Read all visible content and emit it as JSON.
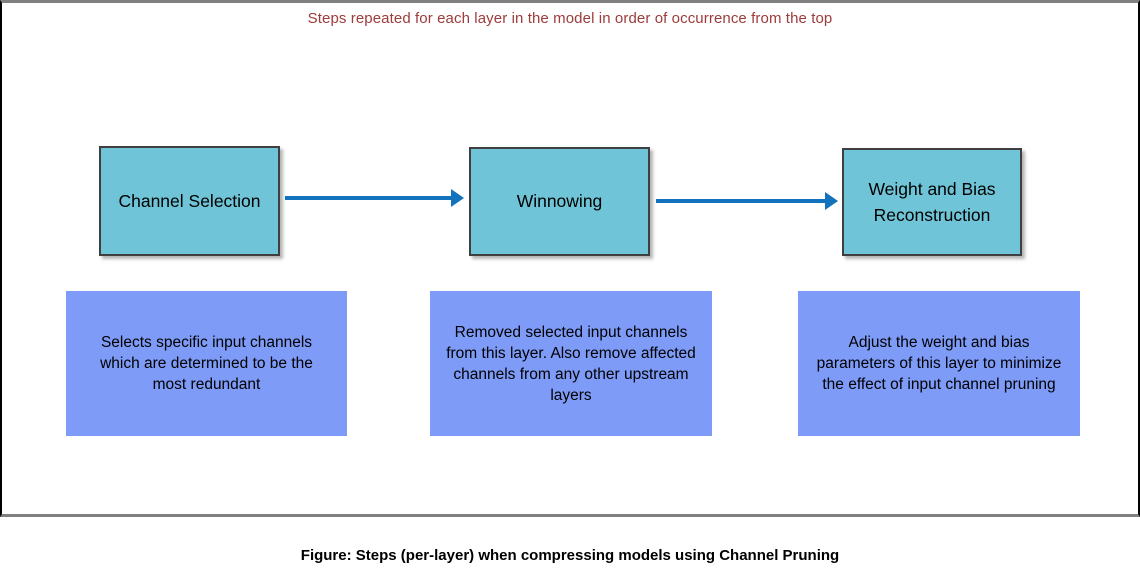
{
  "header": {
    "title": "Steps repeated for each layer in the model in order of occurrence from the top"
  },
  "steps": [
    {
      "label": "Channel Selection",
      "description": "Selects specific input channels which are determined to be the most redundant"
    },
    {
      "label": "Winnowing",
      "description": "Removed selected input channels from this layer. Also remove affected channels from any other upstream layers"
    },
    {
      "label": "Weight and Bias Reconstruction",
      "description": "Adjust the weight and bias parameters of this layer to minimize the effect of input channel pruning"
    }
  ],
  "arrows": [
    {
      "from": "Channel Selection",
      "to": "Winnowing",
      "direction": "right"
    },
    {
      "from": "Winnowing",
      "to": "Weight and Bias Reconstruction",
      "direction": "right"
    }
  ],
  "caption": "Figure: Steps (per-layer) when compressing models using Channel Pruning",
  "colors": {
    "title_text": "#9E3B3B",
    "step_box_fill": "#6FC5D7",
    "step_box_border": "#3F3F3F",
    "detail_box_fill": "#7D9BF7",
    "arrow": "#1273BC",
    "frame_border_h": "#808080",
    "frame_border_v": "#000000",
    "box_text": "#000000",
    "caption_text": "#000000"
  }
}
